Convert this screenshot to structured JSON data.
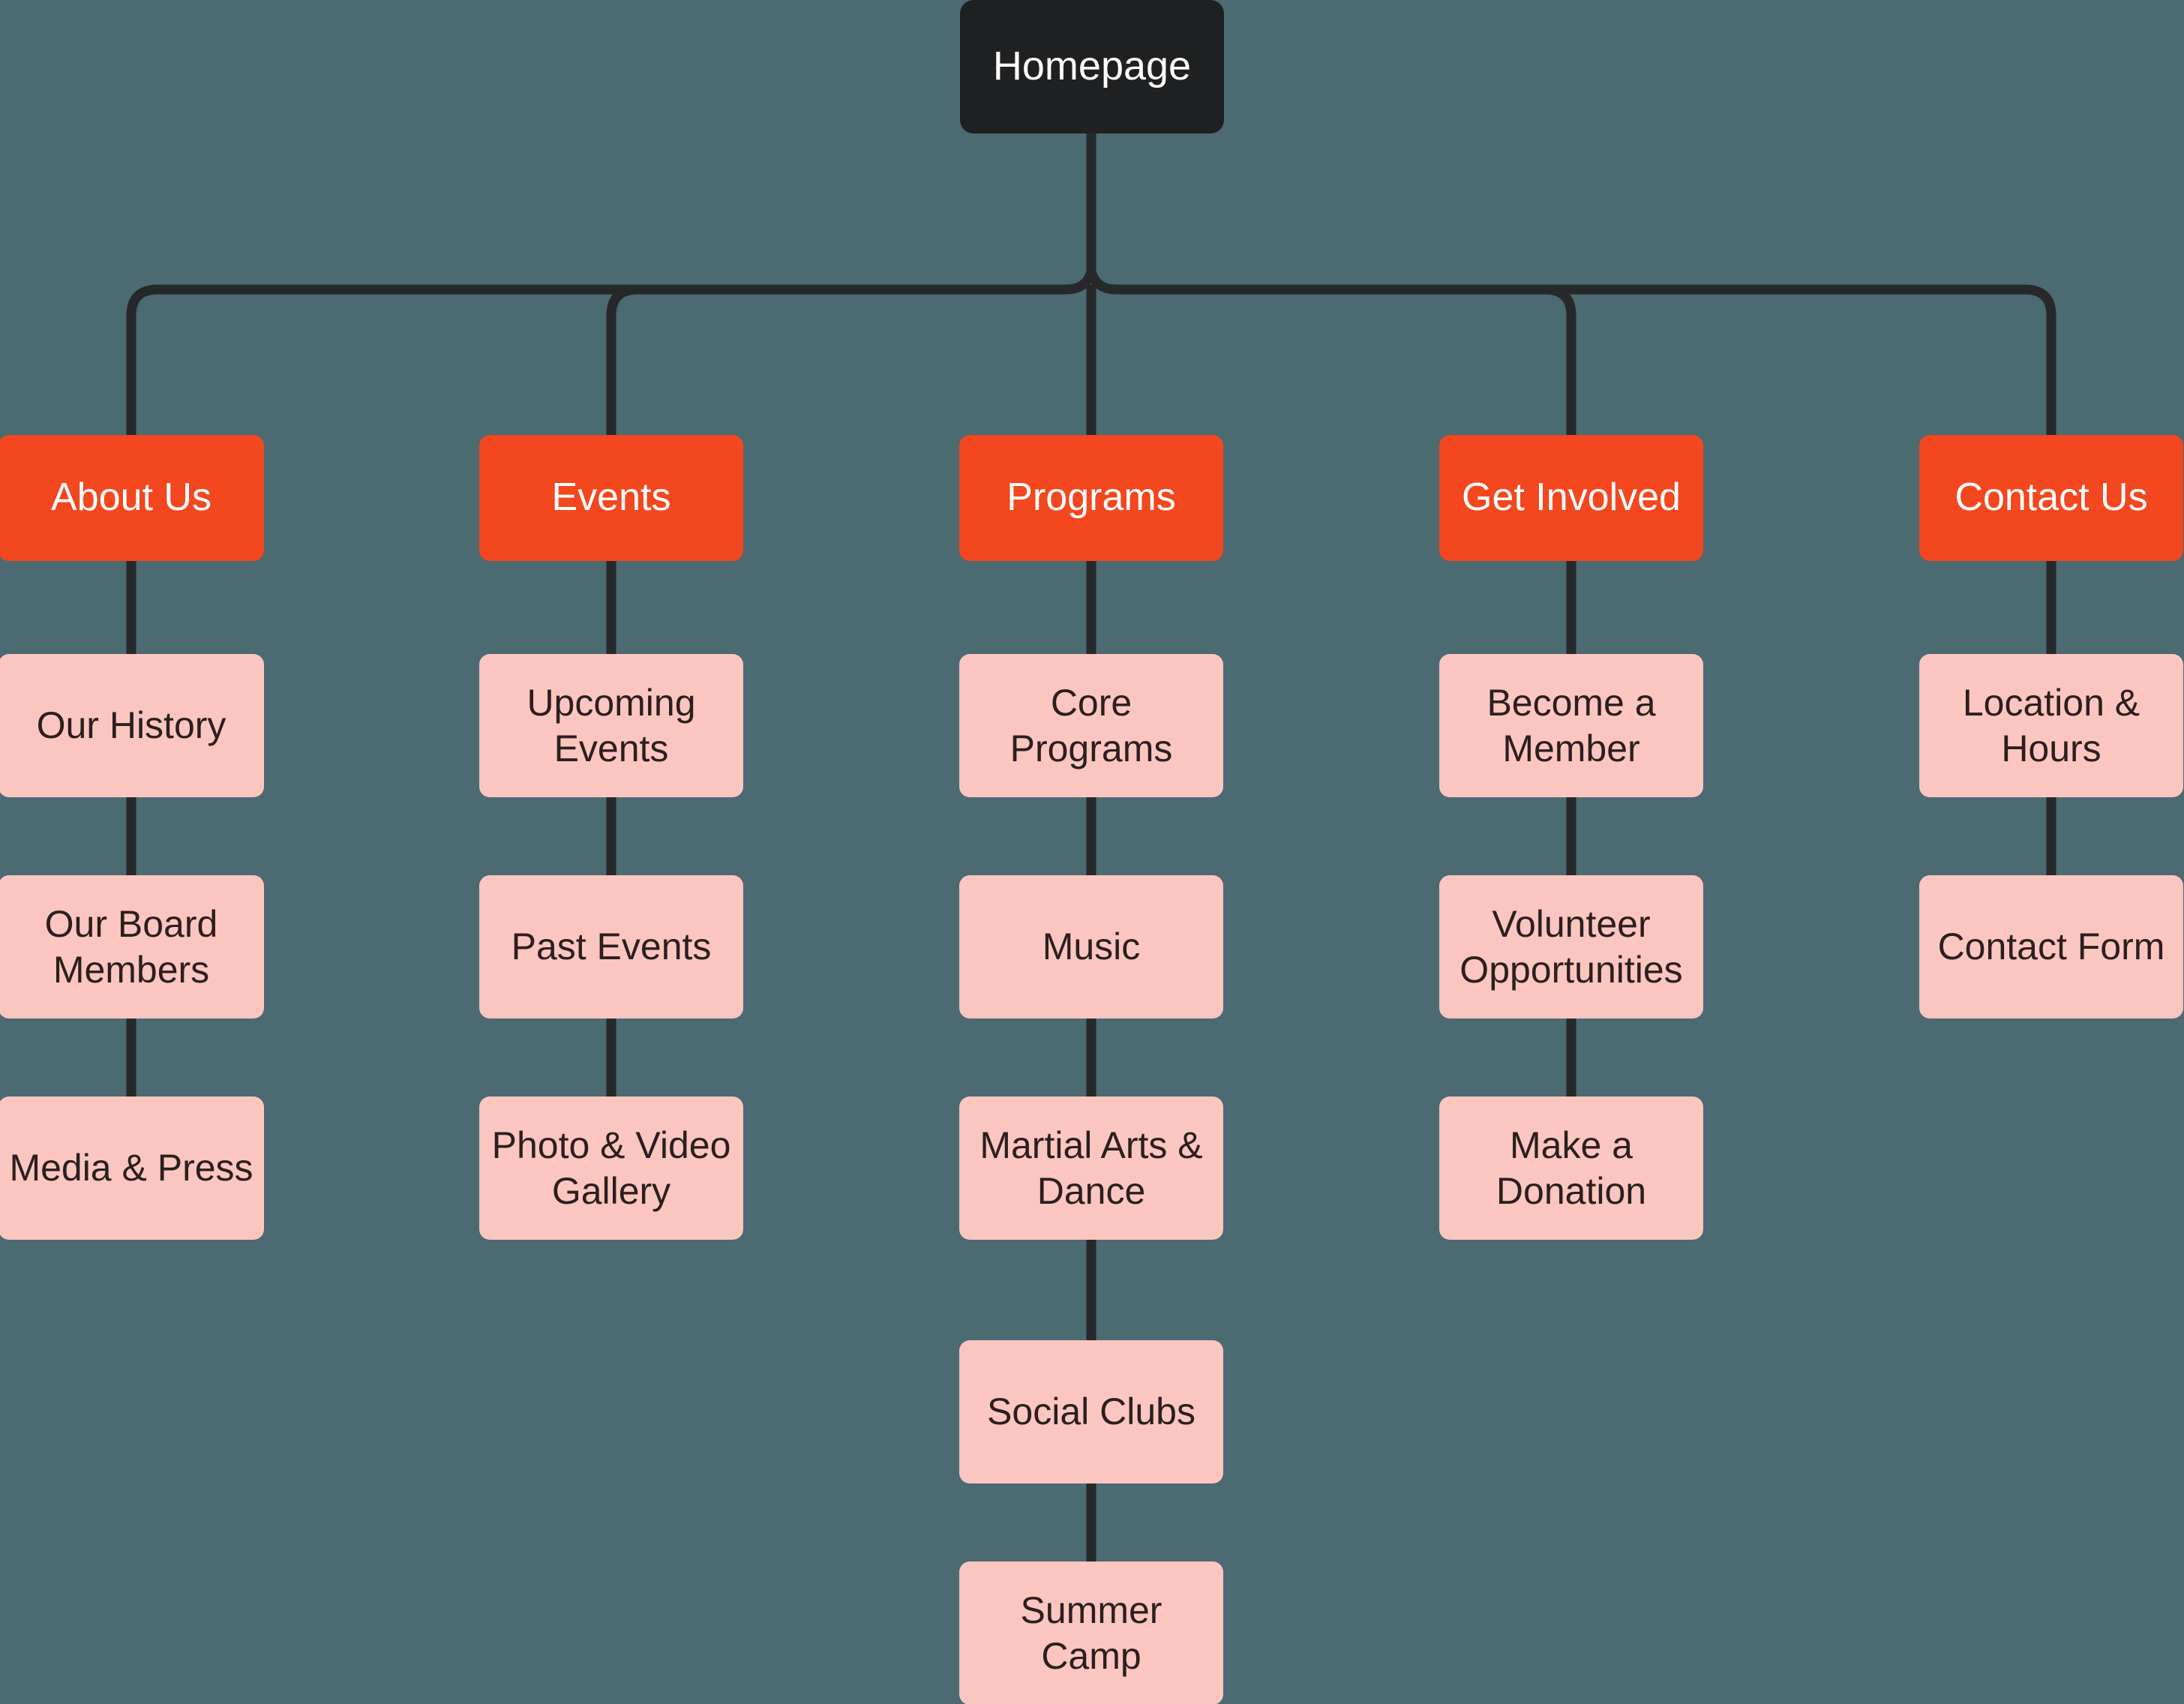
{
  "diagram": {
    "type": "sitemap-tree",
    "background_color": "#4b6a72",
    "root_color": "#1f2021",
    "section_color": "#f2471f",
    "leaf_color": "#fcc6c0",
    "connector_color": "#26282a",
    "root": {
      "label": "Homepage"
    },
    "columns": [
      {
        "section": "About Us",
        "children": [
          "Our History",
          "Our Board\nMembers",
          "Media & Press"
        ]
      },
      {
        "section": "Events",
        "children": [
          "Upcoming\nEvents",
          "Past Events",
          "Photo & Video\nGallery"
        ]
      },
      {
        "section": "Programs",
        "children": [
          "Core\nPrograms",
          "Music",
          "Martial Arts &\nDance",
          "Social Clubs",
          "Summer\nCamp"
        ]
      },
      {
        "section": "Get Involved",
        "children": [
          "Become a\nMember",
          "Volunteer\nOpportunities",
          "Make a\nDonation"
        ]
      },
      {
        "section": "Contact Us",
        "children": [
          "Location &\nHours",
          "Contact Form"
        ]
      }
    ]
  }
}
